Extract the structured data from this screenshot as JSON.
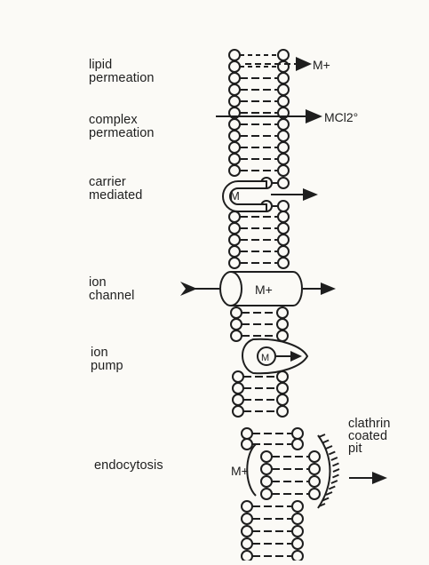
{
  "labels": {
    "lipid_permeation": [
      "lipid",
      "permeation"
    ],
    "complex_permeation": [
      "complex",
      "permeation"
    ],
    "carrier_mediated": [
      "carrier",
      "mediated"
    ],
    "ion_channel": [
      "ion",
      "channel"
    ],
    "ion_pump": [
      "ion",
      "pump"
    ],
    "endocytosis": "endocytosis",
    "clathrin_coated_pit": [
      "clathrin",
      "coated",
      "pit"
    ]
  },
  "species": {
    "lipid_product": "M+",
    "complex_product": "MCl2°",
    "carrier_ion": "M",
    "channel_ion": "M+",
    "pump_ion": "M",
    "endocytosis_ion": "M+"
  },
  "colors": {
    "ink": "#1e1e1e",
    "paper": "#fbfaf6"
  }
}
